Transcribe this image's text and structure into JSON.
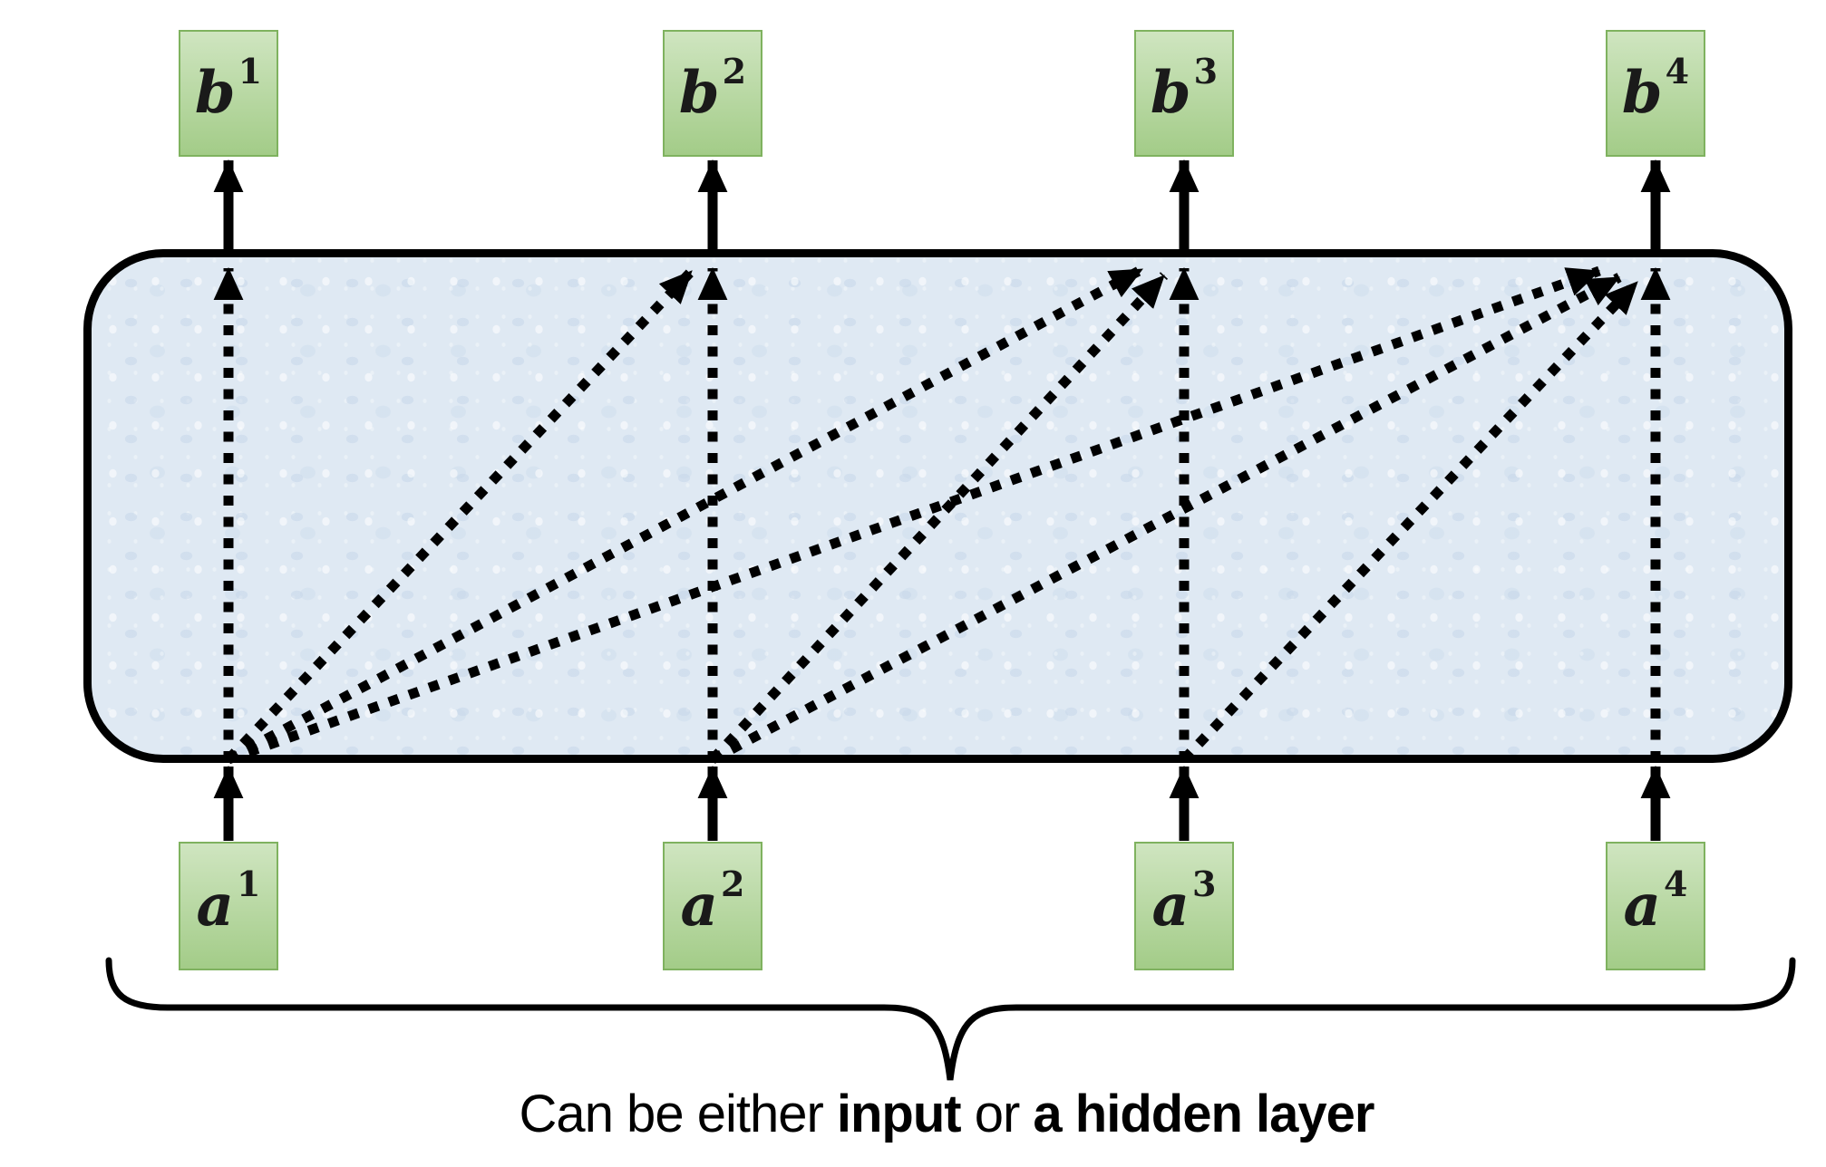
{
  "nodes": {
    "top": [
      {
        "base": "b",
        "sup": "1"
      },
      {
        "base": "b",
        "sup": "2"
      },
      {
        "base": "b",
        "sup": "3"
      },
      {
        "base": "b",
        "sup": "4"
      }
    ],
    "bottom": [
      {
        "base": "a",
        "sup": "1"
      },
      {
        "base": "a",
        "sup": "2"
      },
      {
        "base": "a",
        "sup": "3"
      },
      {
        "base": "a",
        "sup": "4"
      }
    ]
  },
  "caption": {
    "seg_plain_1": "Can be either ",
    "seg_bold_1": "input",
    "seg_plain_2": " or ",
    "seg_bold_2": "a hidden layer"
  },
  "colors": {
    "node_fill_top": "#cfe5c0",
    "node_fill_bottom": "#a3cc88",
    "node_border": "#7fb25f",
    "layer_fill": "#dfe9f3",
    "layer_border": "#000000",
    "arrow": "#000000"
  }
}
